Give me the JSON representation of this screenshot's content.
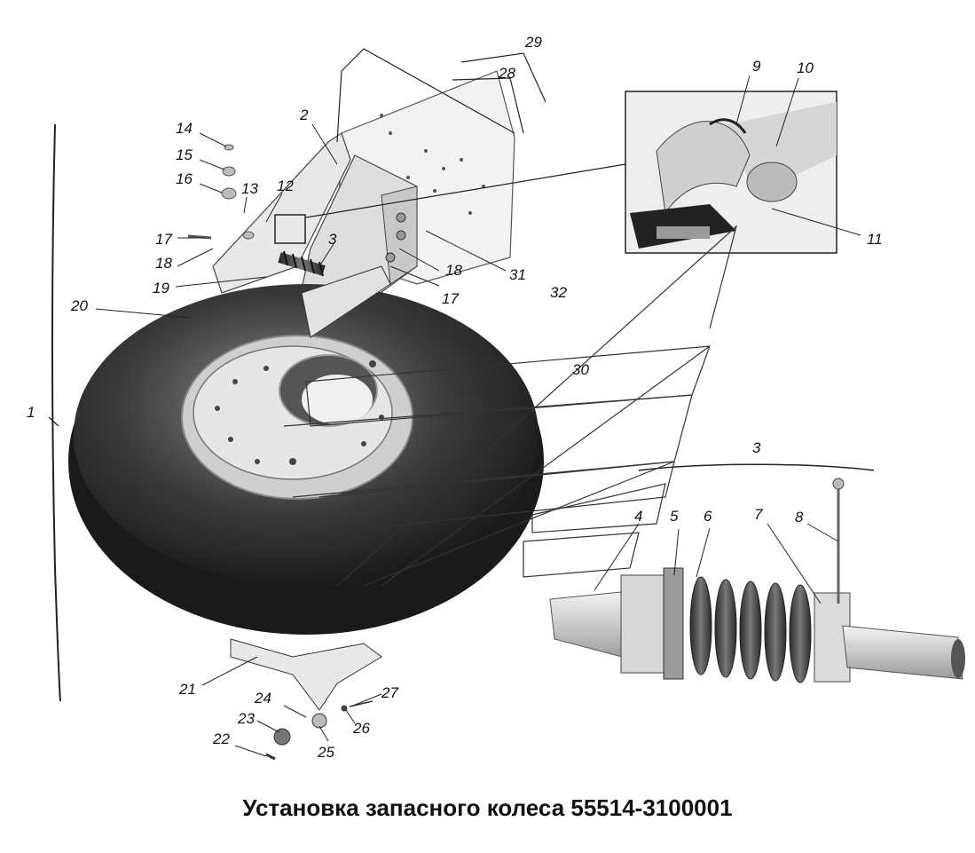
{
  "caption": "Установка запасного колеса 55514-3100001",
  "callouts": {
    "n1": "1",
    "n2": "2",
    "n3a": "3",
    "n3b": "3",
    "n4": "4",
    "n5": "5",
    "n6": "6",
    "n7": "7",
    "n8": "8",
    "n9": "9",
    "n10": "10",
    "n11": "11",
    "n12": "12",
    "n13": "13",
    "n14": "14",
    "n15": "15",
    "n16": "16",
    "n17a": "17",
    "n17b": "17",
    "n18a": "18",
    "n18b": "18",
    "n19": "19",
    "n20": "20",
    "n21": "21",
    "n22": "22",
    "n23": "23",
    "n24": "24",
    "n25": "25",
    "n26": "26",
    "n27": "27",
    "n28": "28",
    "n29": "29",
    "n30": "30",
    "n31": "31",
    "n32": "32"
  }
}
